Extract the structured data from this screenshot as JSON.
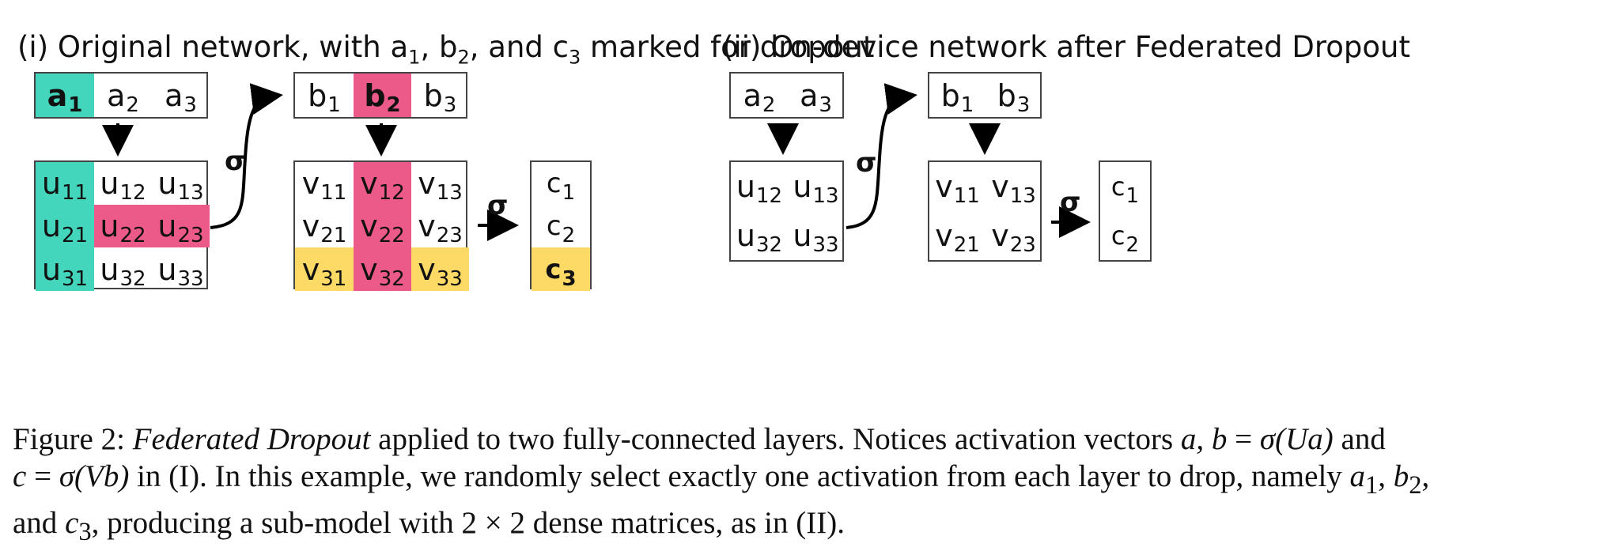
{
  "titles": {
    "left_pre": "(i) Original network, with a",
    "left_s1": "1",
    "left_mid1": ", b",
    "left_s2": "2",
    "left_mid2": ", and c",
    "left_s3": "3",
    "left_post": " marked for dropout",
    "right": "(ii) On-device network after Federated Dropout"
  },
  "sigma": "σ",
  "left": {
    "a": [
      {
        "l": "a",
        "s": "1"
      },
      {
        "l": "a",
        "s": "2"
      },
      {
        "l": "a",
        "s": "3"
      }
    ],
    "b": [
      {
        "l": "b",
        "s": "1"
      },
      {
        "l": "b",
        "s": "2"
      },
      {
        "l": "b",
        "s": "3"
      }
    ],
    "U": [
      {
        "l": "u",
        "s": "11"
      },
      {
        "l": "u",
        "s": "12"
      },
      {
        "l": "u",
        "s": "13"
      },
      {
        "l": "u",
        "s": "21"
      },
      {
        "l": "u",
        "s": "22"
      },
      {
        "l": "u",
        "s": "23"
      },
      {
        "l": "u",
        "s": "31"
      },
      {
        "l": "u",
        "s": "32"
      },
      {
        "l": "u",
        "s": "33"
      }
    ],
    "V": [
      {
        "l": "v",
        "s": "11"
      },
      {
        "l": "v",
        "s": "12"
      },
      {
        "l": "v",
        "s": "13"
      },
      {
        "l": "v",
        "s": "21"
      },
      {
        "l": "v",
        "s": "22"
      },
      {
        "l": "v",
        "s": "23"
      },
      {
        "l": "v",
        "s": "31"
      },
      {
        "l": "v",
        "s": "32"
      },
      {
        "l": "v",
        "s": "33"
      }
    ],
    "c": [
      {
        "l": "c",
        "s": "1"
      },
      {
        "l": "c",
        "s": "2"
      },
      {
        "l": "c",
        "s": "3"
      }
    ]
  },
  "right": {
    "a": [
      {
        "l": "a",
        "s": "2"
      },
      {
        "l": "a",
        "s": "3"
      }
    ],
    "b": [
      {
        "l": "b",
        "s": "1"
      },
      {
        "l": "b",
        "s": "3"
      }
    ],
    "U": [
      {
        "l": "u",
        "s": "12"
      },
      {
        "l": "u",
        "s": "13"
      },
      {
        "l": "u",
        "s": "32"
      },
      {
        "l": "u",
        "s": "33"
      }
    ],
    "V": [
      {
        "l": "v",
        "s": "11"
      },
      {
        "l": "v",
        "s": "13"
      },
      {
        "l": "v",
        "s": "21"
      },
      {
        "l": "v",
        "s": "23"
      }
    ],
    "c": [
      {
        "l": "c",
        "s": "1"
      },
      {
        "l": "c",
        "s": "2"
      }
    ]
  },
  "colors": {
    "dropped_activation_a": "#43d6bd",
    "dropped_activation_b": "#ec5a8a",
    "dropped_activation_c": "#fdd966"
  },
  "caption": {
    "fig": "Figure 2: ",
    "fd": "Federated Dropout",
    "t1": " applied to two fully-connected layers. Notices activation vectors ",
    "m1": "a, b",
    "t2": " = ",
    "m2": "σ(Ua)",
    "t3": " and",
    "m3": "c",
    "t4": " = ",
    "m4": "σ(Vb)",
    "t5": " in (I). In this example, we randomly select exactly one activation from each layer to drop, namely ",
    "m5": "a",
    "s5": "1",
    "t6": ", ",
    "m6": "b",
    "s6": "2",
    "t7": ",",
    "t8": "and ",
    "m7": "c",
    "s7": "3",
    "t9": ", producing a sub-model with 2 × 2 dense matrices, as in (II)."
  }
}
